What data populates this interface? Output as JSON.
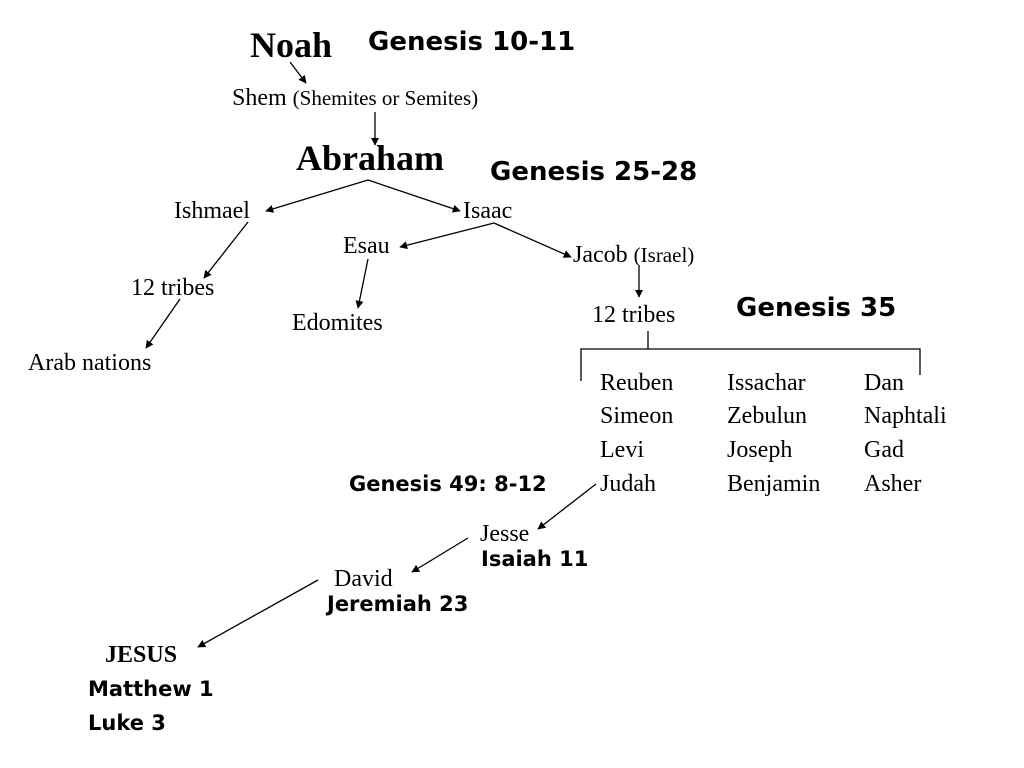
{
  "nodes": {
    "noah": "Noah",
    "shem": "Shem",
    "shem_note": "(Shemites or Semites)",
    "abraham": "Abraham",
    "ishmael": "Ishmael",
    "isaac": "Isaac",
    "esau": "Esau",
    "jacob": "Jacob",
    "jacob_note": "(Israel)",
    "tribes_ishmael": "12 tribes",
    "edomites": "Edomites",
    "arab_nations": "Arab nations",
    "tribes_jacob": "12 tribes",
    "jesse": "Jesse",
    "david": "David",
    "jesus": "JESUS"
  },
  "tribes": {
    "col1": [
      "Reuben",
      "Simeon",
      "Levi",
      "Judah"
    ],
    "col2": [
      "Issachar",
      "Zebulun",
      "Joseph",
      "Benjamin"
    ],
    "col3": [
      "Dan",
      "Naphtali",
      "Gad",
      "Asher"
    ]
  },
  "references": {
    "gen_10_11": "Genesis 10-11",
    "gen_25_28": "Genesis 25-28",
    "gen_35": "Genesis 35",
    "gen_49": "Genesis 49: 8-12",
    "isaiah_11": "Isaiah 11",
    "jeremiah_23": "Jeremiah 23",
    "matthew_1": "Matthew 1",
    "luke_3": "Luke 3"
  }
}
